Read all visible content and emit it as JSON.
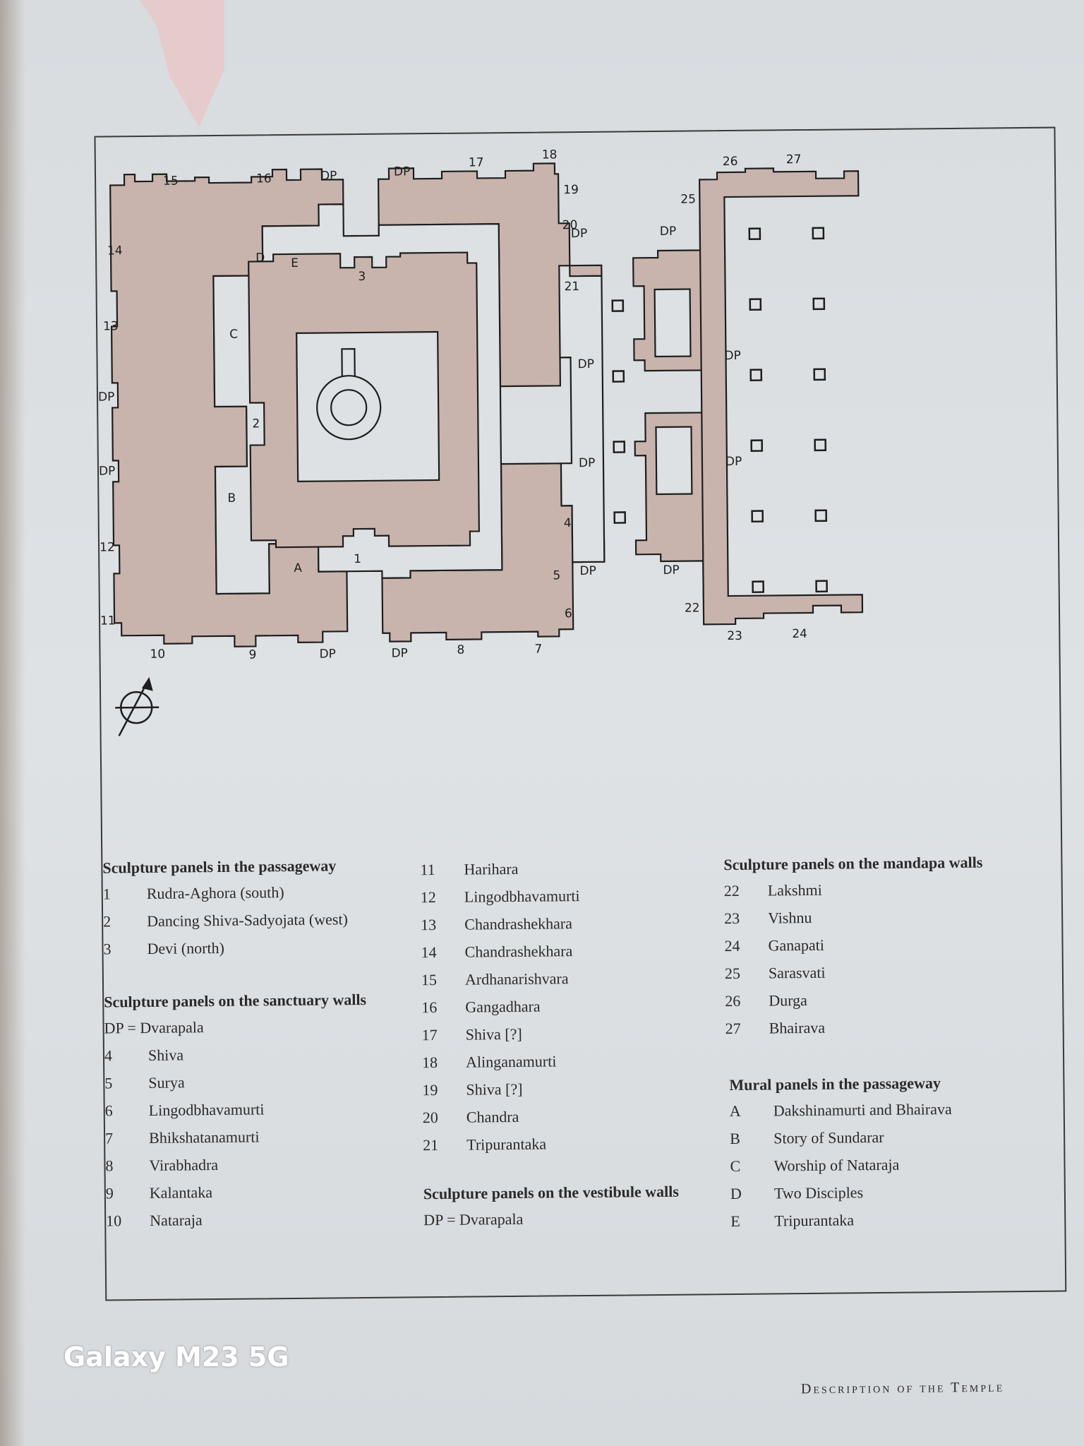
{
  "plan_labels": {
    "p1": "1",
    "p2": "2",
    "p3": "3",
    "p4": "4",
    "p5": "5",
    "p6": "6",
    "p7": "7",
    "p8": "8",
    "p9": "9",
    "p10": "10",
    "p11": "11",
    "p12": "12",
    "p13": "13",
    "p14": "14",
    "p15": "15",
    "p16": "16",
    "p17": "17",
    "p18": "18",
    "p19": "19",
    "p20": "20",
    "p21": "21",
    "p22": "22",
    "p23": "23",
    "p24": "24",
    "p25": "25",
    "p26": "26",
    "p27": "27",
    "a": "A",
    "b": "B",
    "c": "C",
    "d": "D",
    "e": "E",
    "dp": "DP"
  },
  "legend_passageway": {
    "title": "Sculpture panels in the passageway",
    "items": [
      {
        "num": "1",
        "text": "Rudra-Aghora (south)"
      },
      {
        "num": "2",
        "text": "Dancing Shiva-Sadyojata (west)"
      },
      {
        "num": "3",
        "text": "Devi (north)"
      }
    ]
  },
  "legend_sanctuary": {
    "title": "Sculpture panels on the sanctuary walls",
    "dp_note": "DP = Dvarapala",
    "items": [
      {
        "num": "4",
        "text": "Shiva"
      },
      {
        "num": "5",
        "text": "Surya"
      },
      {
        "num": "6",
        "text": "Lingodbhavamurti"
      },
      {
        "num": "7",
        "text": "Bhikshatanamurti"
      },
      {
        "num": "8",
        "text": "Virabhadra"
      },
      {
        "num": "9",
        "text": "Kalantaka"
      },
      {
        "num": "10",
        "text": "Nataraja"
      }
    ]
  },
  "legend_sanctuary_cont": {
    "items": [
      {
        "num": "11",
        "text": "Harihara"
      },
      {
        "num": "12",
        "text": "Lingodbhavamurti"
      },
      {
        "num": "13",
        "text": "Chandrashekhara"
      },
      {
        "num": "14",
        "text": "Chandrashekhara"
      },
      {
        "num": "15",
        "text": "Ardhanarishvara"
      },
      {
        "num": "16",
        "text": "Gangadhara"
      },
      {
        "num": "17",
        "text": "Shiva [?]"
      },
      {
        "num": "18",
        "text": "Alinganamurti"
      },
      {
        "num": "19",
        "text": "Shiva [?]"
      },
      {
        "num": "20",
        "text": "Chandra"
      },
      {
        "num": "21",
        "text": "Tripurantaka"
      }
    ]
  },
  "legend_vestibule": {
    "title": "Sculpture panels on the vestibule walls",
    "dp_note": "DP = Dvarapala"
  },
  "legend_mandapa": {
    "title": "Sculpture panels on the mandapa walls",
    "items": [
      {
        "num": "22",
        "text": "Lakshmi"
      },
      {
        "num": "23",
        "text": "Vishnu"
      },
      {
        "num": "24",
        "text": "Ganapati"
      },
      {
        "num": "25",
        "text": "Sarasvati"
      },
      {
        "num": "26",
        "text": "Durga"
      },
      {
        "num": "27",
        "text": "Bhairava"
      }
    ]
  },
  "legend_mural": {
    "title": "Mural panels in the passageway",
    "items": [
      {
        "num": "A",
        "text": "Dakshinamurti and Bhairava"
      },
      {
        "num": "B",
        "text": "Story of Sundarar"
      },
      {
        "num": "C",
        "text": "Worship of Nataraja"
      },
      {
        "num": "D",
        "text": "Two Disciples"
      },
      {
        "num": "E",
        "text": "Tripurantaka"
      }
    ]
  },
  "watermark": "Galaxy M23 5G",
  "footer": "Description of the Temple"
}
